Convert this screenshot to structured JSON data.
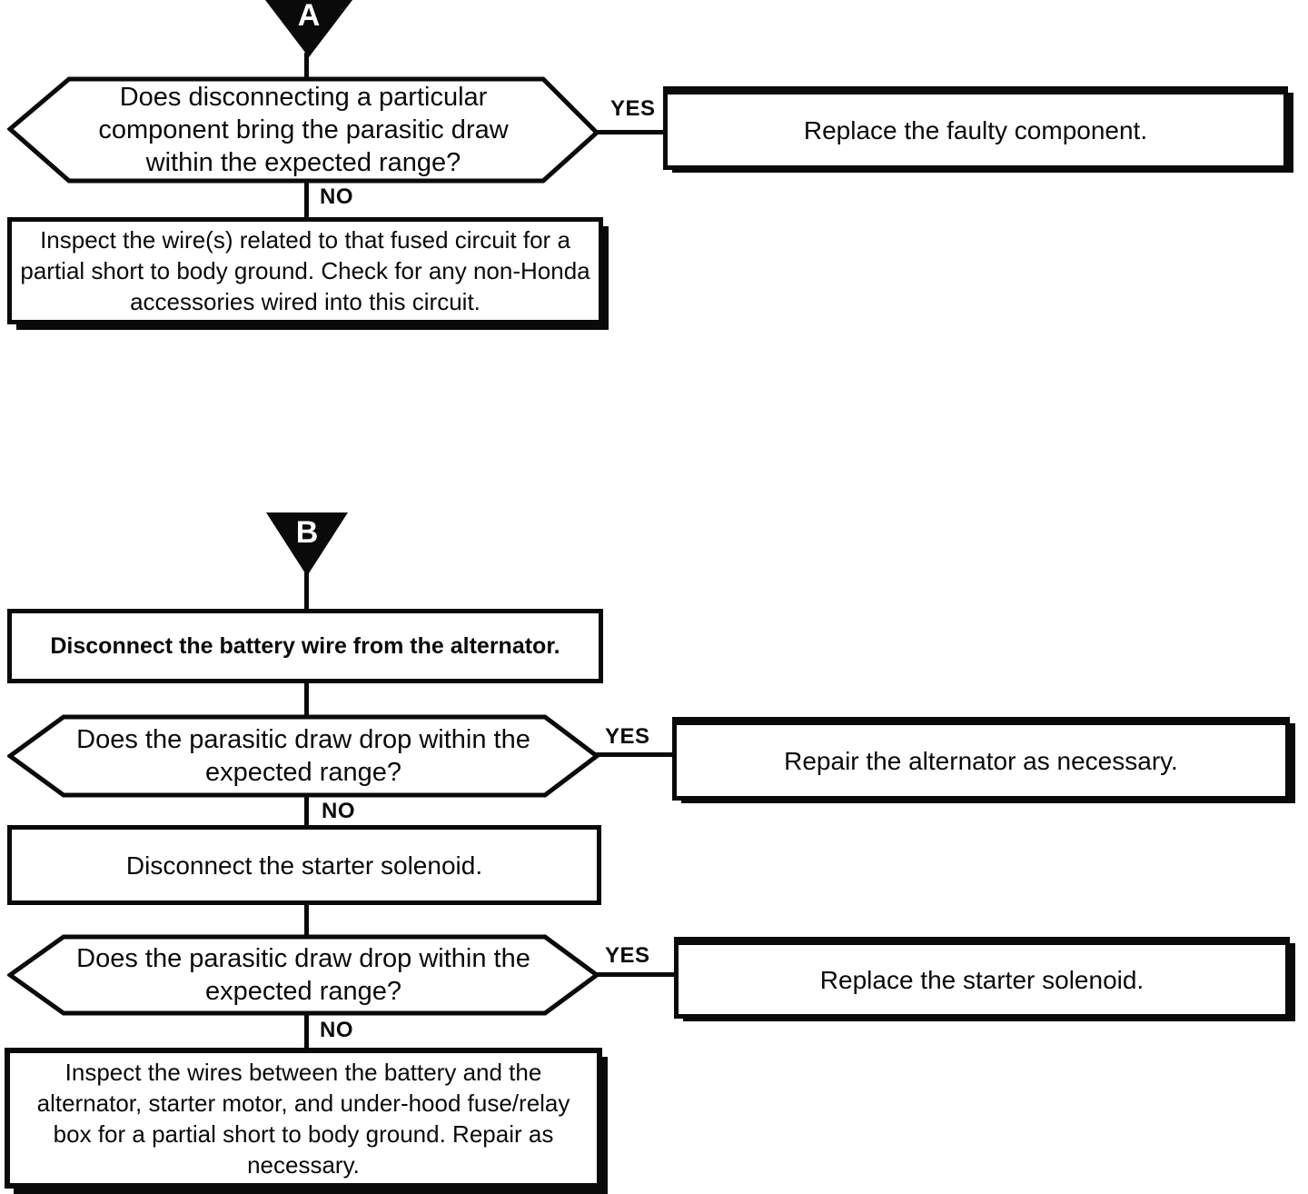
{
  "colors": {
    "ink": "#0a0a0a",
    "paper": "#ffffff"
  },
  "labels": {
    "yes": "YES",
    "no": "NO"
  },
  "flow_a": {
    "connector": "A",
    "decision": "Does disconnecting a particular component bring the parasitic draw within the expected range?",
    "yes_action": "Replace the faulty component.",
    "no_action": "Inspect the wire(s) related to that fused circuit for a partial short to body ground. Check for any non-Honda accessories wired into this circuit."
  },
  "flow_b": {
    "connector": "B",
    "step_1": "Disconnect the battery wire from the alternator.",
    "decision_1": "Does the parasitic draw drop within the expected range?",
    "decision_1_yes": "Repair the alternator as necessary.",
    "step_2": "Disconnect the starter solenoid.",
    "decision_2": "Does the parasitic draw drop within the expected range?",
    "decision_2_yes": "Replace the starter solenoid.",
    "final_action": "Inspect the wires between the battery and the alternator, starter motor, and under-hood fuse/relay box for a partial short to body ground. Repair as necessary."
  }
}
